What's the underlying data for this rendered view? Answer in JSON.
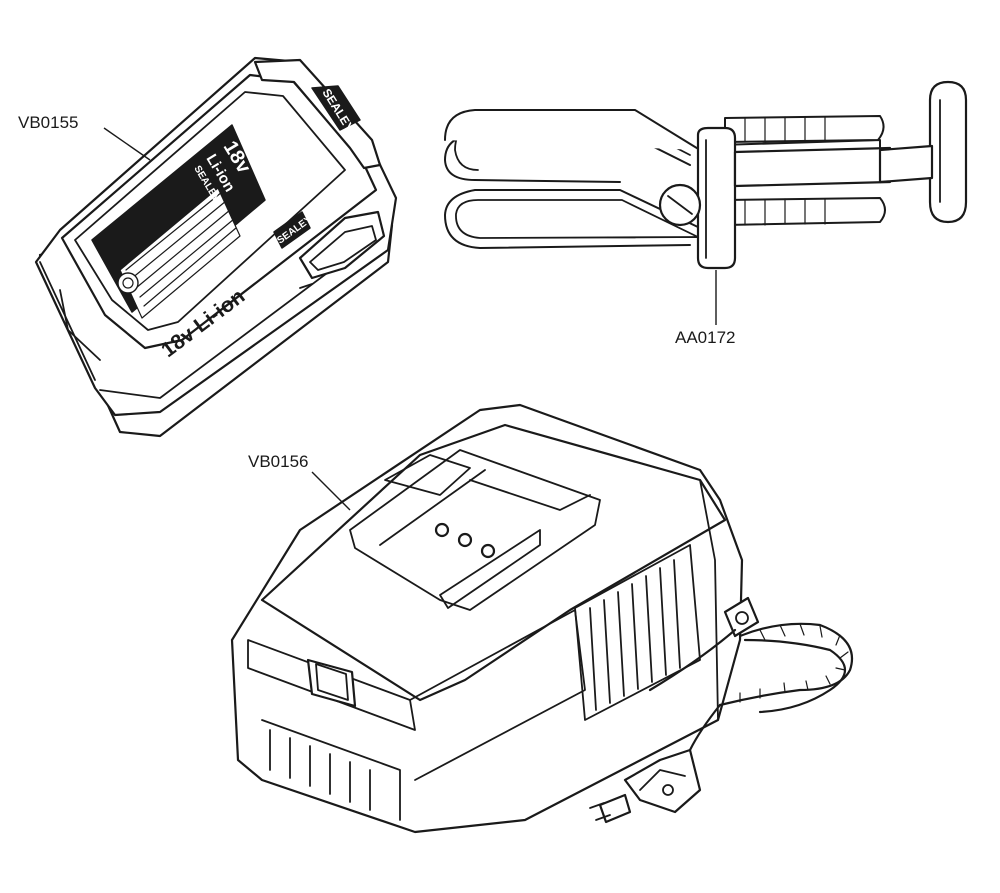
{
  "parts": [
    {
      "id": "battery",
      "code": "VB0155"
    },
    {
      "id": "wall-bracket",
      "code": "AA0172"
    },
    {
      "id": "charger",
      "code": "VB0156"
    }
  ],
  "battery": {
    "label_voltage": "18v",
    "label_chem": "Li-ion",
    "label_brand": "SEALEY",
    "side_text": "18v Li-ion",
    "side_brand": "SEALEY",
    "top_brand": "SEALEY"
  },
  "colors": {
    "line": "#1a1a1a",
    "paper": "#ffffff",
    "fill_dark": "#1a1a1a"
  }
}
